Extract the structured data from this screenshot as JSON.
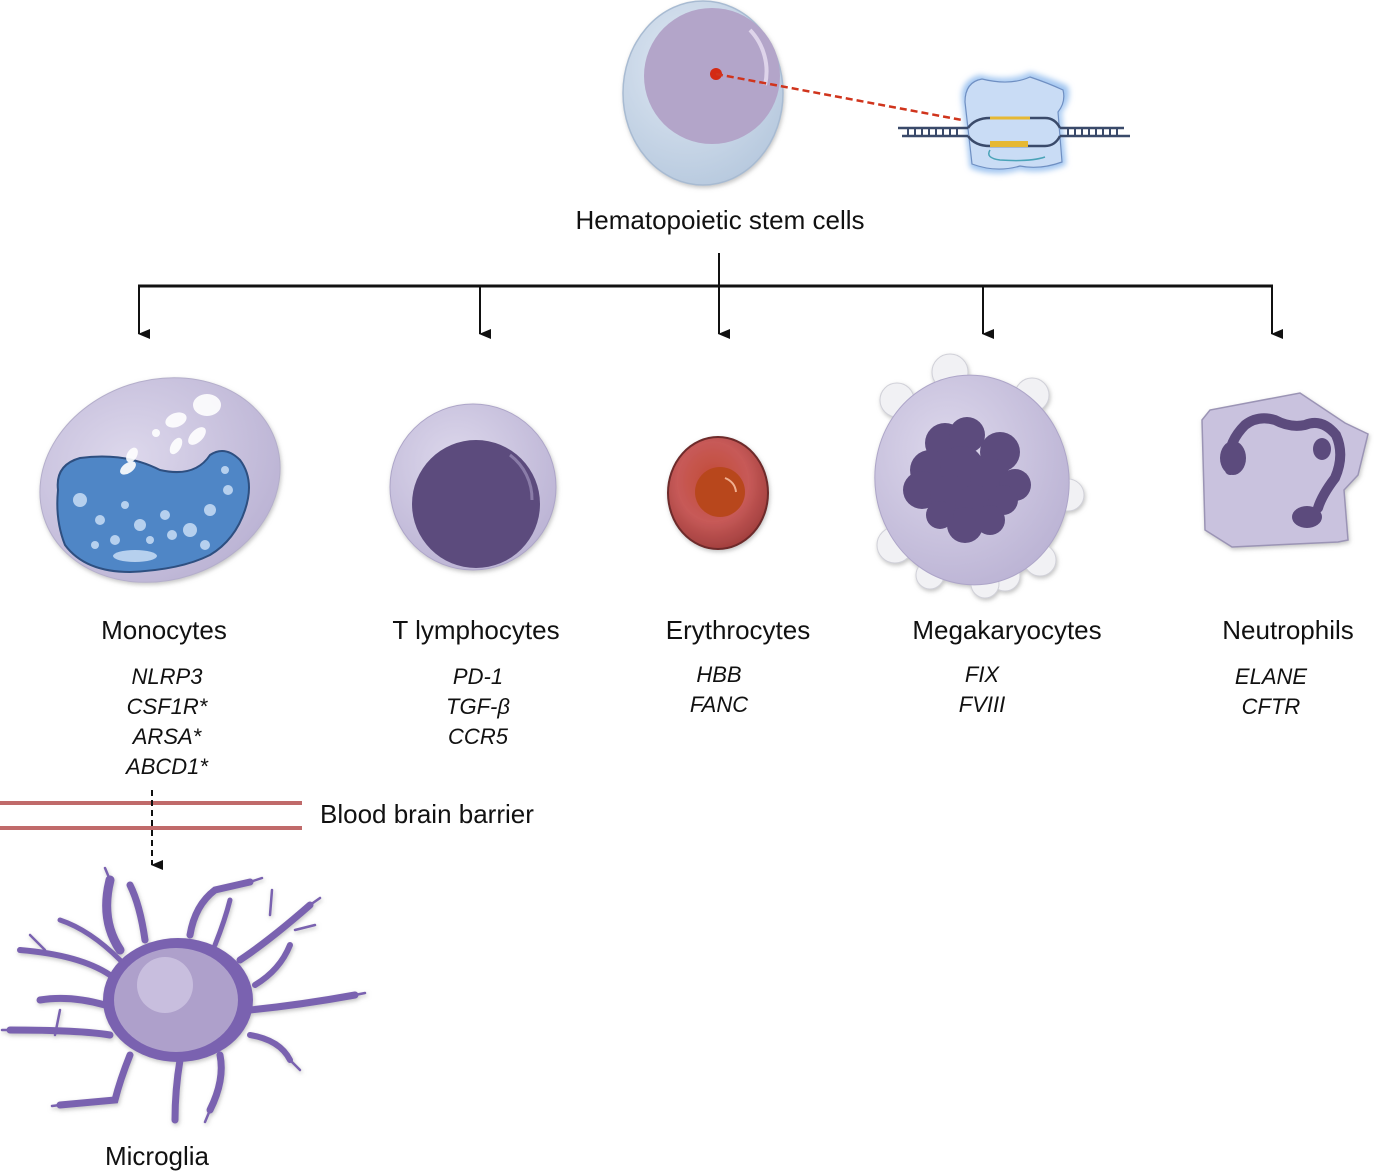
{
  "title": "Hematopoietic stem cells",
  "colors": {
    "arrow": "#111111",
    "bbb_line": "#c06a6a",
    "dashed_link": "#d0341c",
    "cell_lilac": "#c9c3de",
    "nucleus_purple": "#5b4c7d",
    "monocyte_nucleus": "#4f86c6",
    "erythrocyte_red": "#c0504d",
    "microglia_purple": "#7a62b0"
  },
  "cells": [
    {
      "id": "monocytes",
      "label": "Monocytes",
      "genes": [
        "NLRP3",
        "CSF1R*",
        "ARSA*",
        "ABCD1*"
      ]
    },
    {
      "id": "t-lymphocytes",
      "label": "T lymphocytes",
      "genes": [
        "PD-1",
        "TGF-β",
        "CCR5"
      ]
    },
    {
      "id": "erythrocytes",
      "label": "Erythrocytes",
      "genes": [
        "HBB",
        "FANC"
      ]
    },
    {
      "id": "megakaryocytes",
      "label": "Megakaryocytes",
      "genes": [
        "FIX",
        "FVIII"
      ]
    },
    {
      "id": "neutrophils",
      "label": "Neutrophils",
      "genes": [
        "ELANE",
        "CFTR"
      ]
    }
  ],
  "barrier_label": "Blood brain barrier",
  "microglia_label": "Microglia"
}
